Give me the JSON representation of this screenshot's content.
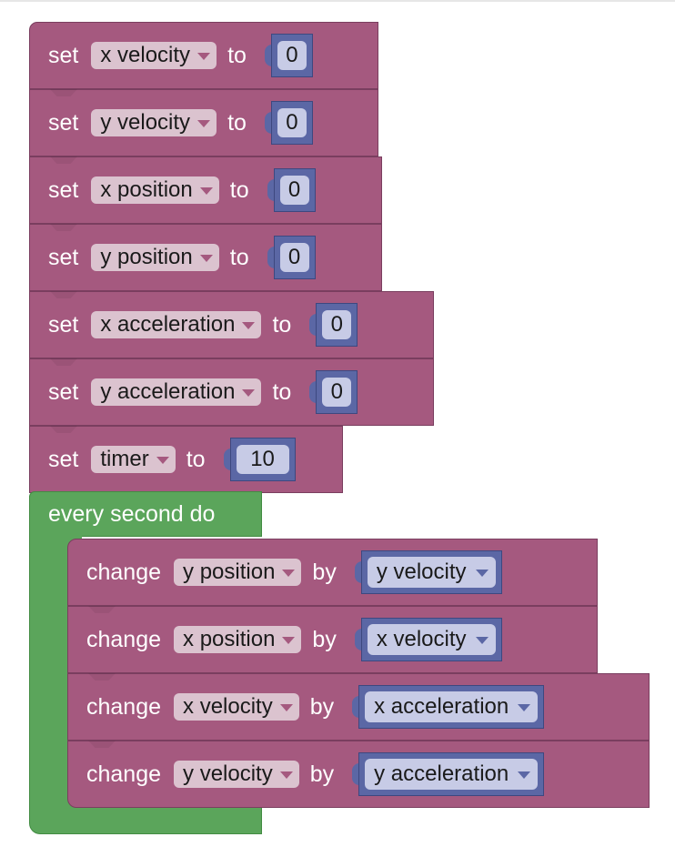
{
  "set_blocks": [
    {
      "keyword": "set",
      "variable": "x velocity",
      "to": "to",
      "value": "0"
    },
    {
      "keyword": "set",
      "variable": "y velocity",
      "to": "to",
      "value": "0"
    },
    {
      "keyword": "set",
      "variable": "x position",
      "to": "to",
      "value": "0"
    },
    {
      "keyword": "set",
      "variable": "y position",
      "to": "to",
      "value": "0"
    },
    {
      "keyword": "set",
      "variable": "x acceleration",
      "to": "to",
      "value": "0"
    },
    {
      "keyword": "set",
      "variable": "y acceleration",
      "to": "to",
      "value": "0"
    },
    {
      "keyword": "set",
      "variable": "timer",
      "to": "to",
      "value": "10"
    }
  ],
  "event_block": {
    "label": "every second do"
  },
  "change_blocks": [
    {
      "keyword": "change",
      "variable": "y position",
      "by": "by",
      "value_variable": "y velocity"
    },
    {
      "keyword": "change",
      "variable": "x position",
      "by": "by",
      "value_variable": "x velocity"
    },
    {
      "keyword": "change",
      "variable": "x velocity",
      "by": "by",
      "value_variable": "x acceleration"
    },
    {
      "keyword": "change",
      "variable": "y velocity",
      "by": "by",
      "value_variable": "y acceleration"
    }
  ],
  "colors": {
    "variable_block": "#a5597f",
    "event_block": "#5ba55b",
    "value_block": "#5b67a5"
  }
}
